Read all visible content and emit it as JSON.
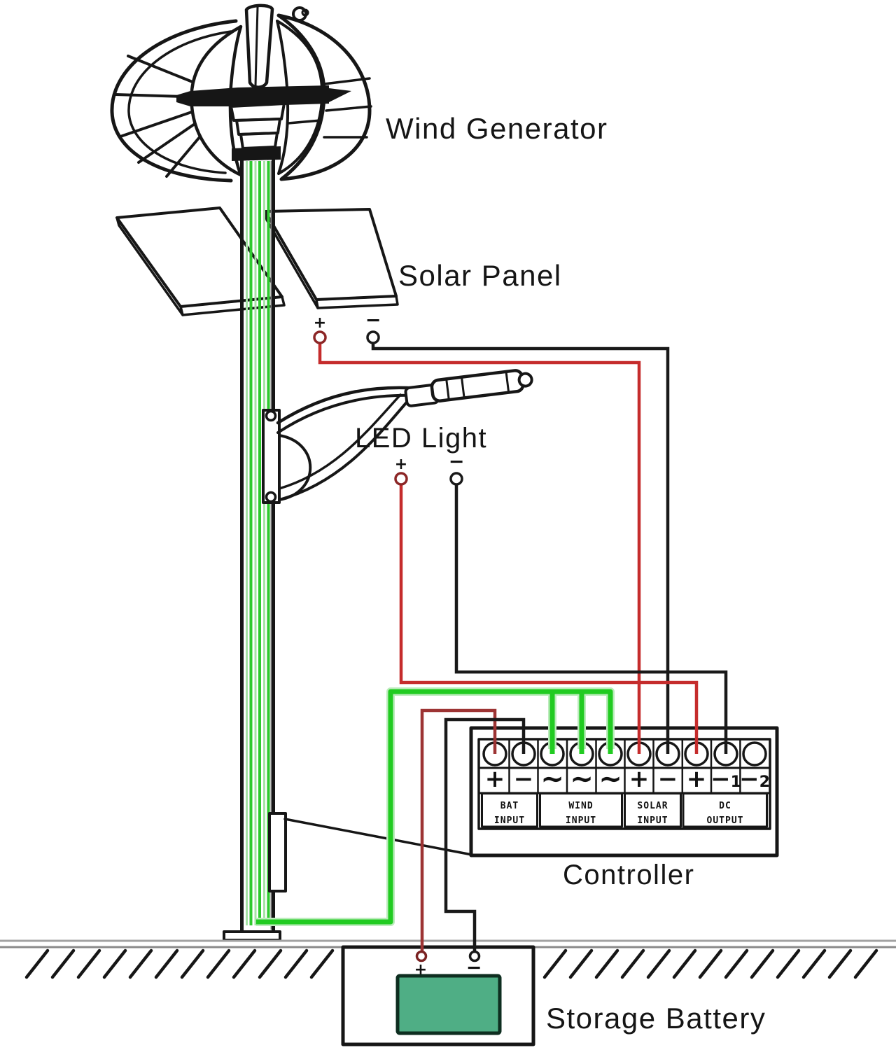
{
  "labels": {
    "wind_generator": "Wind Generator",
    "solar_panel": "Solar Panel",
    "led_light": "LED Light",
    "controller": "Controller",
    "storage_battery": "Storage Battery"
  },
  "signs": {
    "plus": "+",
    "minus": "−"
  },
  "controller": {
    "terminals": [
      {
        "symbol": "+",
        "suffix": ""
      },
      {
        "symbol": "−",
        "suffix": ""
      },
      {
        "symbol": "∼",
        "suffix": ""
      },
      {
        "symbol": "∼",
        "suffix": ""
      },
      {
        "symbol": "∼",
        "suffix": ""
      },
      {
        "symbol": "+",
        "suffix": ""
      },
      {
        "symbol": "−",
        "suffix": ""
      },
      {
        "symbol": "+",
        "suffix": ""
      },
      {
        "symbol": "−",
        "suffix": "1"
      },
      {
        "symbol": "−",
        "suffix": "2"
      }
    ],
    "groups": [
      {
        "line1": "BAT",
        "line2": "INPUT"
      },
      {
        "line1": "WIND",
        "line2": "INPUT"
      },
      {
        "line1": "SOLAR",
        "line2": "INPUT"
      },
      {
        "line1": "DC",
        "line2": "OUTPUT"
      }
    ]
  },
  "colors": {
    "wire_red": "#c52c2c",
    "wire_red_dark": "#9d3434",
    "wire_green": "#21cb21",
    "wire_green_halo": "#bdecbd",
    "battery_fill": "#4fae85",
    "ground_gray": "#8f8f8f",
    "ink": "#161616"
  }
}
